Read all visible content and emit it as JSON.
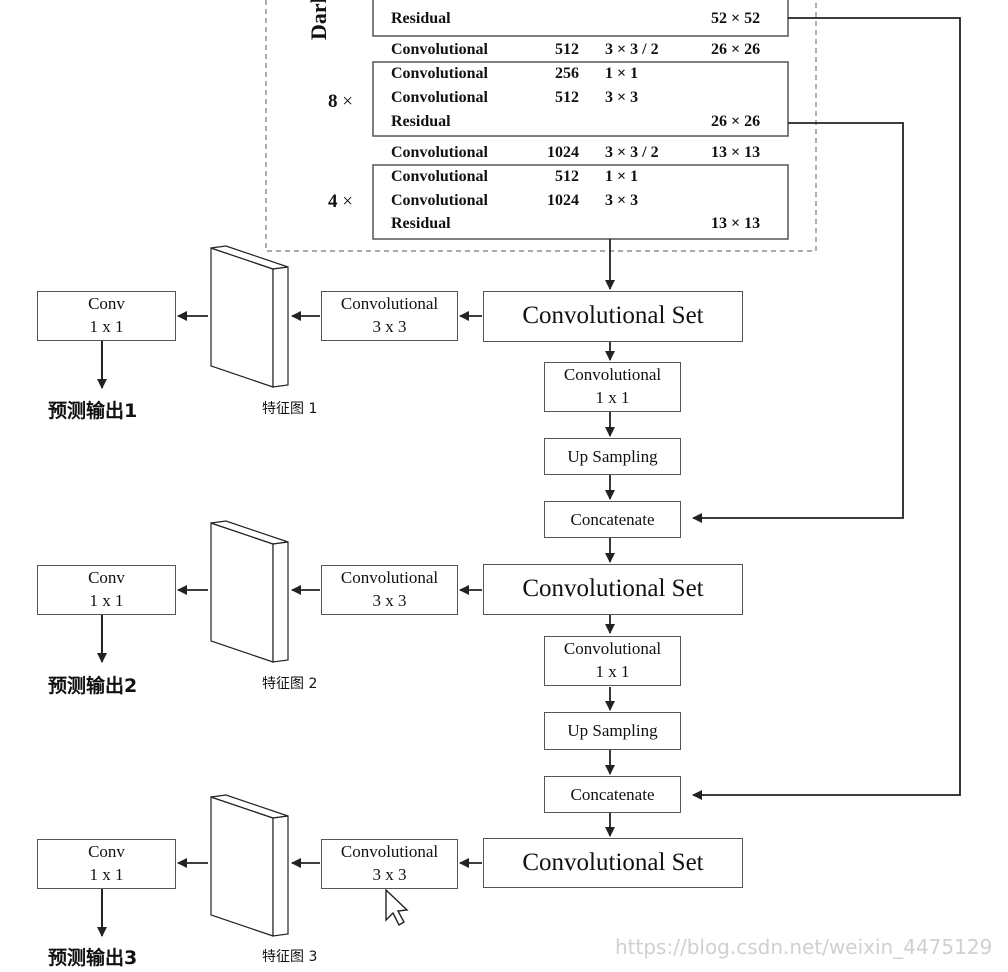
{
  "darknet": {
    "label": "Dark",
    "top_mult_label": "8 ×",
    "group_a": {
      "rows": [
        {
          "name": "Residual",
          "filters": "",
          "size": "",
          "output": "52 × 52"
        }
      ]
    },
    "between_ab": {
      "name": "Convolutional",
      "filters": "512",
      "size": "3 × 3 / 2",
      "output": "26 × 26"
    },
    "group_b": {
      "mult": "8",
      "rows": [
        {
          "name": "Convolutional",
          "filters": "256",
          "size": "1 × 1",
          "output": ""
        },
        {
          "name": "Convolutional",
          "filters": "512",
          "size": "3 × 3",
          "output": ""
        },
        {
          "name": "Residual",
          "filters": "",
          "size": "",
          "output": "26 × 26"
        }
      ]
    },
    "between_bc": {
      "name": "Convolutional",
      "filters": "1024",
      "size": "3 × 3 / 2",
      "output": "13 × 13"
    },
    "group_c": {
      "mult": "4",
      "rows": [
        {
          "name": "Convolutional",
          "filters": "512",
          "size": "1 × 1",
          "output": ""
        },
        {
          "name": "Convolutional",
          "filters": "1024",
          "size": "3 × 3",
          "output": ""
        },
        {
          "name": "Residual",
          "filters": "",
          "size": "",
          "output": "13 × 13"
        }
      ]
    },
    "mult_symbol": "×"
  },
  "branches": [
    {
      "conv_set": "Convolutional  Set",
      "conv3": {
        "line1": "Convolutional",
        "line2": "3 x 3"
      },
      "conv1": {
        "line1": "Conv",
        "line2": "1 x 1"
      },
      "feature_map": "特征图 1",
      "output": "预测输出1"
    },
    {
      "conv_set": "Convolutional  Set",
      "conv3": {
        "line1": "Convolutional",
        "line2": "3 x 3"
      },
      "conv1": {
        "line1": "Conv",
        "line2": "1 x 1"
      },
      "feature_map": "特征图 2",
      "output": "预测输出2"
    },
    {
      "conv_set": "Convolutional  Set",
      "conv3": {
        "line1": "Convolutional",
        "line2": "3 x 3"
      },
      "conv1": {
        "line1": "Conv",
        "line2": "1 x 1"
      },
      "feature_map": "特征图 3",
      "output": "预测输出3"
    }
  ],
  "neck": [
    {
      "conv": {
        "line1": "Convolutional",
        "line2": "1 x 1"
      },
      "upsample": "Up Sampling",
      "concat": "Concatenate"
    },
    {
      "conv": {
        "line1": "Convolutional",
        "line2": "1 x 1"
      },
      "upsample": "Up Sampling",
      "concat": "Concatenate"
    }
  ],
  "watermark": "https://blog.csdn.net/weixin_4475129",
  "colors": {
    "line": "#222222",
    "border": "#555555",
    "dash": "#777777"
  }
}
